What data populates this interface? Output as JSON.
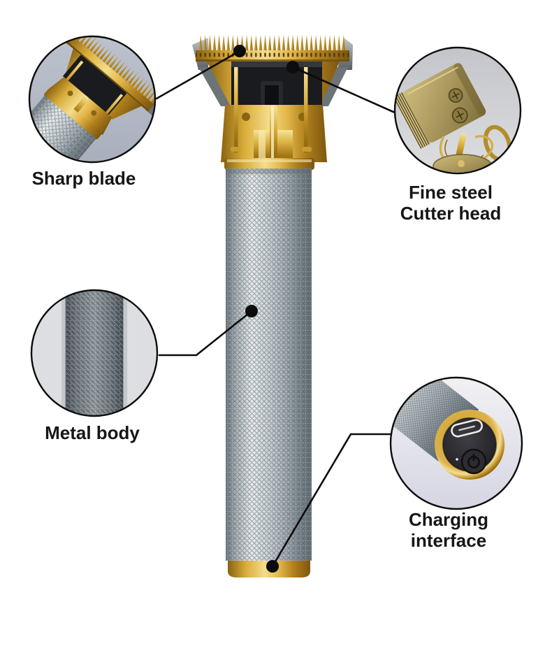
{
  "callouts": {
    "sharp_blade": {
      "label": "Sharp blade"
    },
    "cutter_head": {
      "line1": "Fine steel",
      "line2": "Cutter head"
    },
    "metal_body": {
      "label": "Metal body"
    },
    "charging": {
      "line1": "Charging",
      "line2": "interface"
    }
  },
  "colors": {
    "background": "#ffffff",
    "label_text": "#161616",
    "callout_line": "#0c0c0c",
    "gold_accent": "#d2a62f",
    "silver_body": "#b9c1c6",
    "black_plastic": "#1a1b1e",
    "inset_bg_blue_gray": "#b6bcc8"
  }
}
